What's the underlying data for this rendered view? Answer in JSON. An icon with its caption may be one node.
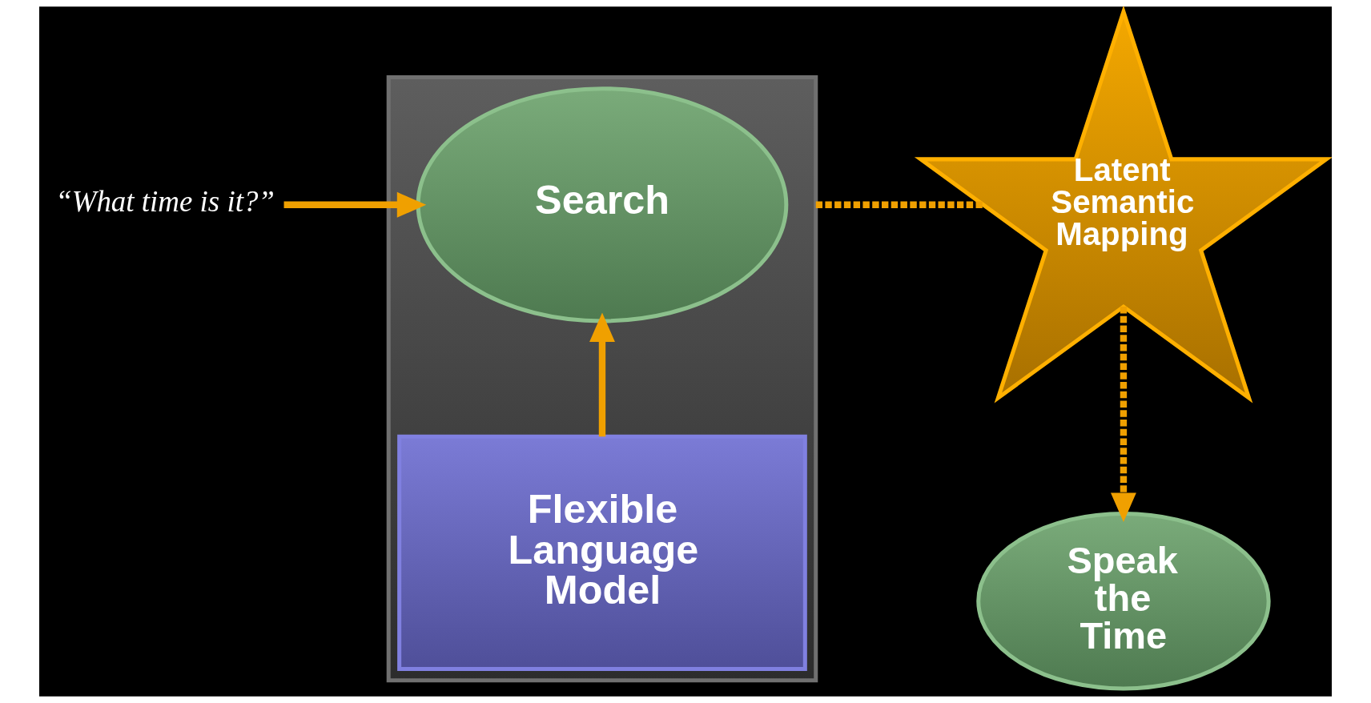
{
  "diagram": {
    "nodes": [
      {
        "text": [
          "“What time is it?”"
        ]
      },
      {
        "text": [],
        "shape": "box"
      },
      {
        "text": [
          "Search"
        ],
        "in": 1
      },
      {
        "text": [
          "Flexible Language Model"
        ],
        "in": 1
      },
      {
        "text": [
          "Latent Semantic Mapping"
        ]
      },
      {
        "text": [
          "Speak the Time"
        ]
      }
    ],
    "edges": [
      {
        "from": 0,
        "to": 2,
        "arrow": "to"
      },
      {
        "from": 3,
        "to": 2,
        "arrow": "to"
      },
      {
        "from": 1,
        "to": 4,
        "arrow": "none",
        "style": "dashed"
      },
      {
        "from": 4,
        "to": 5,
        "arrow": "to",
        "style": "dashed"
      }
    ]
  }
}
